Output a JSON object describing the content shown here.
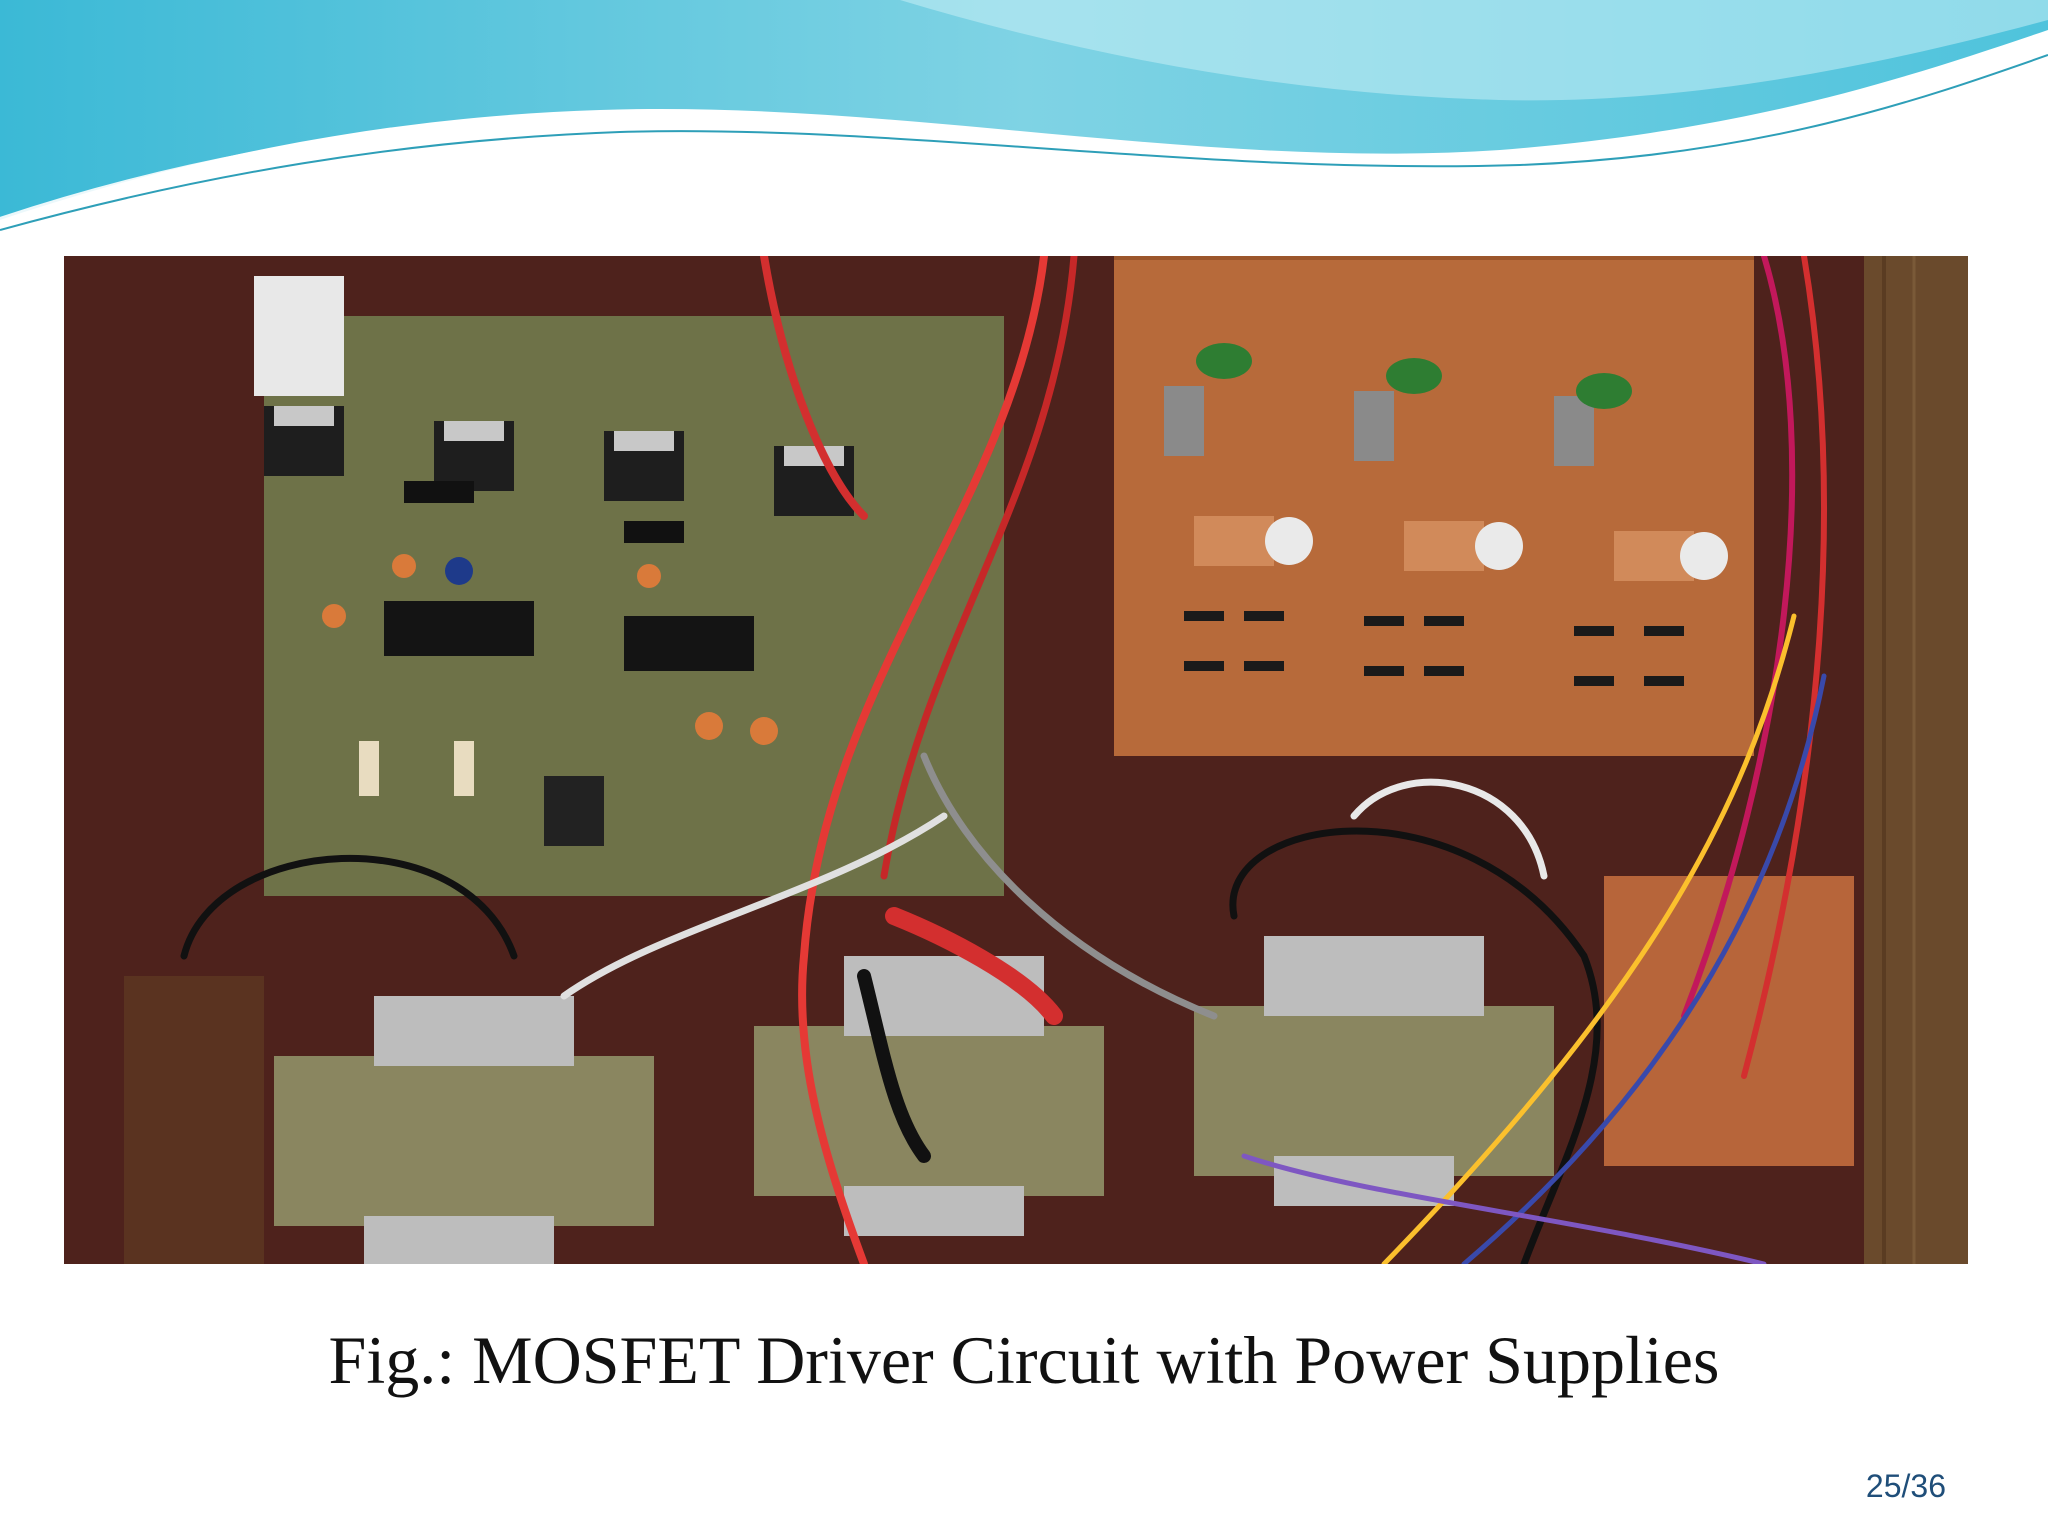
{
  "slide": {
    "caption": "Fig.: MOSFET Driver Circuit with Power Supplies",
    "page_number": "25/36",
    "colors": {
      "wave_primary": "#5cc8dc",
      "wave_light": "#c7eef5",
      "wave_line": "#2e9fb8",
      "caption_text": "#111111",
      "page_number_text": "#1f4e79"
    }
  },
  "photo": {
    "subject": "Photograph of a MOSFET driver circuit board with perfboard power supply section and three transformers mounted on a wooden panel"
  }
}
